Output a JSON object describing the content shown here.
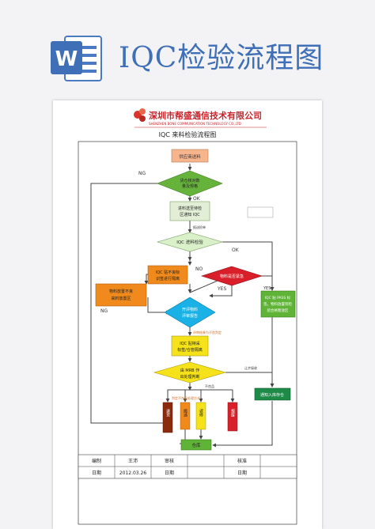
{
  "banner": {
    "title": "IQC检验流程图"
  },
  "company": {
    "name": "深圳市帮盛通信技术有限公司",
    "name_en": "SHENZHEN BONE COMMUNICATION TECHNOLOGY CO.,LTD."
  },
  "doc": {
    "title": "IQC 来料检验流程图"
  },
  "flow": {
    "n1": "供应商送料",
    "n2a": "货仓核对数",
    "n2b": "量及规格",
    "n3a": "进料送至待检",
    "n3b": "区通知 IQC",
    "n4": "IQC 进料检验",
    "n5a": "IQC 贴不良标",
    "n5b": "识签进行隔离",
    "n6": "物料是否紧急",
    "n7a": "物料放置不良",
    "n7b": "来料放置区",
    "n8a": "IQC 贴 PASS 标",
    "n8b": "签，物料放置到检",
    "n8c": "验合格暂放区",
    "n9a": "开评物料",
    "n9b": "评审报告",
    "n10a": "IQC 贴特采",
    "n10b": "标签/仓管隔离",
    "n11a": "由 MRB 作",
    "n11b": "出处理判断",
    "n12": "通知入库存仓",
    "v1": "退货",
    "v2": "挑选",
    "v3": "返修",
    "v4": "报废",
    "n13": "仓库",
    "e_ng1": "NG",
    "e_ok1": "OK",
    "e_notify": "报送检单",
    "e_ok2": "OK",
    "e_no": "NO",
    "e_yes1": "YES",
    "e_yes2": "YES",
    "e_ng2": "NG",
    "e_mrb": "评审结果为不良判定",
    "e_accept": "让步接收",
    "e_reject": "不良品",
    "e_judge": "判定不良品处理方式"
  },
  "footer": {
    "c1": "编制",
    "c2": "王沛",
    "c3": "审核",
    "c4": "",
    "c5": "核准",
    "c6": "",
    "d1": "日期",
    "d2": "2012.03.26",
    "d3": "日期",
    "d4": "",
    "d5": "日期",
    "d6": ""
  }
}
